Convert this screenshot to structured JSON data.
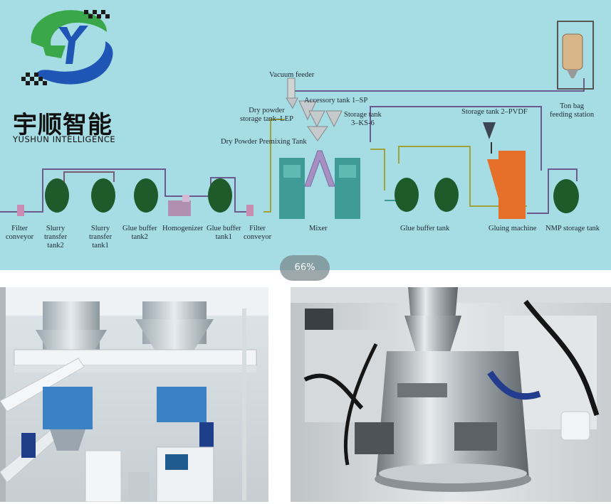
{
  "brand": {
    "name_cn": "宇顺智能",
    "name_en": "YUSHUN INTELLIGENCE",
    "colors": {
      "green": "#3aa84a",
      "blue": "#1f56b5",
      "checker": "#1a1a1a"
    }
  },
  "diagram": {
    "background": "#a6dce3",
    "labels": {
      "vacuum_feeder": "Vacuum feeder",
      "accessory_tank": "Accessory tank 1–SP",
      "dry_powder_storage_1": "Dry powder",
      "dry_powder_storage_2": "storage tank–LEP",
      "storage_tank_ks_1": "Storage tank",
      "storage_tank_ks_2": "3–KS-6",
      "premixing_tank": "Dry Powder Premixing Tank",
      "storage_tank_pvdf": "Storage tank 2–PVDF",
      "ton_bag_1": "Ton bag",
      "ton_bag_2": "feeding station",
      "filter_conveyor_left_1": "Filter",
      "filter_conveyor_left_2": "conveyor",
      "slurry_transfer_2_a": "Slurry",
      "slurry_transfer_2_b": "transfer",
      "slurry_transfer_2_c": "tank2",
      "slurry_transfer_1_a": "Slurry",
      "slurry_transfer_1_b": "transfer",
      "slurry_transfer_1_c": "tank1",
      "glue_buffer_2_a": "Glue buffer",
      "glue_buffer_2_b": "tank2",
      "homogenizer": "Homogenizer",
      "glue_buffer_1_a": "Glue buffer",
      "glue_buffer_1_b": "tank1",
      "filter_conveyor_right_1": "Filter",
      "filter_conveyor_right_2": "conveyor",
      "mixer": "Mixer",
      "glue_buffer_tank": "Glue  buffer tank",
      "gluing_machine": "Gluing machine",
      "nmp_storage_tank": "NMP storage tank"
    },
    "colors": {
      "tank": "#1f5a2a",
      "mixer": "#3f9b95",
      "gluing_machine": "#e66f2a",
      "pipe_purple": "#6c5b8f",
      "pipe_olive": "#a2a23a"
    }
  },
  "viewer": {
    "zoom_level": "66%"
  },
  "photos": [
    {
      "id": "left",
      "subject": "mixing-plant-frame"
    },
    {
      "id": "right",
      "subject": "mixer-cone-closeup"
    }
  ]
}
